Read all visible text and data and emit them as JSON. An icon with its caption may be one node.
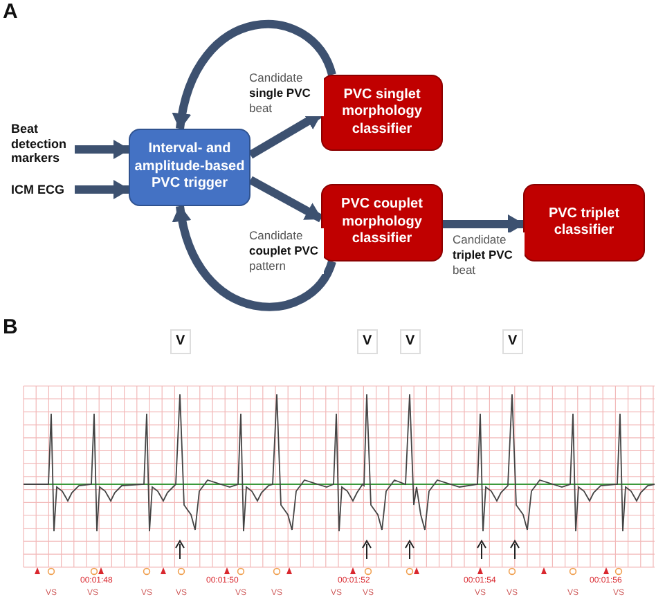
{
  "diagram": {
    "nodes": [
      {
        "text": [
          "Beat detection markers"
        ]
      },
      {
        "text": [
          "ICM ECG"
        ]
      },
      {
        "text": [
          "Interval- and amplitude-based PVC trigger"
        ]
      },
      {
        "text": [
          "PVC singlet morphology classifier"
        ]
      },
      {
        "text": [
          "PVC couplet morphology classifier"
        ]
      },
      {
        "text": [
          "PVC triplet classifier"
        ]
      }
    ],
    "edges": [
      {
        "from": 0,
        "to": 2,
        "arrow": "to"
      },
      {
        "from": 1,
        "to": 2,
        "arrow": "to"
      },
      {
        "from": 2,
        "to": 3,
        "arrow": "to",
        "label": "Candidate **single PVC** beat"
      },
      {
        "from": 2,
        "to": 4,
        "arrow": "to",
        "label": "Candidate **couplet PVC** pattern"
      },
      {
        "from": 4,
        "to": 5,
        "arrow": "to",
        "label": "Candidate **triplet PVC** beat"
      },
      {
        "from": 3,
        "to": 2,
        "arrow": "to"
      },
      {
        "from": 4,
        "to": 2,
        "arrow": "to"
      }
    ],
    "labels": [
      "A",
      "B",
      "V",
      "V",
      "V",
      "V",
      "00:01:48",
      "00:01:50",
      "00:01:52",
      "00:01:54",
      "00:01:56",
      "VS",
      "VS",
      "VS",
      "VS",
      "VS",
      "VS",
      "VS",
      "VS",
      "VS",
      "VS",
      "VS",
      "VS"
    ]
  }
}
